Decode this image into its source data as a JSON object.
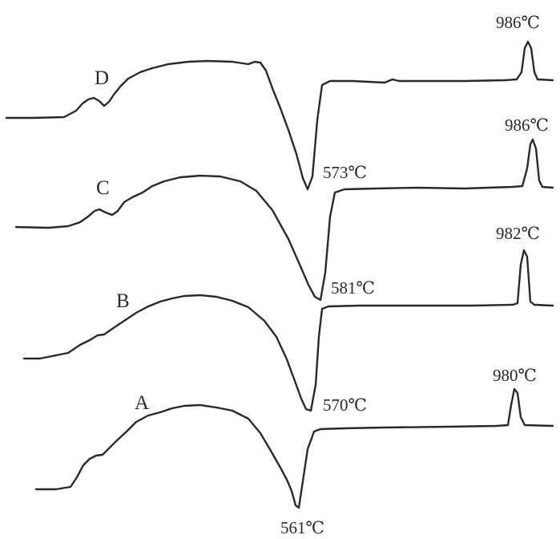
{
  "chart_data": {
    "type": "line",
    "title": "",
    "xlabel": "",
    "ylabel": "",
    "grid": false,
    "legend": "none",
    "series": [
      {
        "name": "D",
        "endotherm_peak": "573℃",
        "exotherm_peak": "986℃",
        "points": [
          [
            8,
            147
          ],
          [
            40,
            147
          ],
          [
            80,
            146
          ],
          [
            95,
            138
          ],
          [
            103,
            129
          ],
          [
            110,
            124
          ],
          [
            117,
            122
          ],
          [
            124,
            126
          ],
          [
            130,
            132
          ],
          [
            136,
            127
          ],
          [
            142,
            118
          ],
          [
            150,
            108
          ],
          [
            160,
            98
          ],
          [
            175,
            90
          ],
          [
            190,
            85
          ],
          [
            210,
            80
          ],
          [
            235,
            77
          ],
          [
            260,
            76
          ],
          [
            290,
            77
          ],
          [
            310,
            80
          ],
          [
            318,
            77
          ],
          [
            325,
            78
          ],
          [
            332,
            88
          ],
          [
            340,
            110
          ],
          [
            350,
            135
          ],
          [
            360,
            162
          ],
          [
            370,
            192
          ],
          [
            378,
            222
          ],
          [
            384,
            236
          ],
          [
            390,
            220
          ],
          [
            396,
            150
          ],
          [
            402,
            106
          ],
          [
            412,
            101
          ],
          [
            440,
            101
          ],
          [
            480,
            103
          ],
          [
            490,
            99
          ],
          [
            498,
            101
          ],
          [
            520,
            101
          ],
          [
            580,
            101
          ],
          [
            630,
            100
          ],
          [
            645,
            99
          ],
          [
            651,
            90
          ],
          [
            655,
            60
          ],
          [
            659,
            52
          ],
          [
            663,
            60
          ],
          [
            667,
            90
          ],
          [
            671,
            99
          ],
          [
            690,
            100
          ]
        ]
      },
      {
        "name": "C",
        "endotherm_peak": "581℃",
        "exotherm_peak": "986℃",
        "points": [
          [
            20,
            283
          ],
          [
            60,
            284
          ],
          [
            85,
            282
          ],
          [
            100,
            277
          ],
          [
            110,
            270
          ],
          [
            118,
            263
          ],
          [
            124,
            261
          ],
          [
            132,
            265
          ],
          [
            140,
            268
          ],
          [
            147,
            263
          ],
          [
            155,
            252
          ],
          [
            165,
            246
          ],
          [
            178,
            240
          ],
          [
            190,
            232
          ],
          [
            205,
            226
          ],
          [
            225,
            221
          ],
          [
            250,
            219
          ],
          [
            275,
            220
          ],
          [
            300,
            226
          ],
          [
            320,
            238
          ],
          [
            340,
            262
          ],
          [
            360,
            298
          ],
          [
            375,
            332
          ],
          [
            385,
            355
          ],
          [
            393,
            370
          ],
          [
            400,
            374
          ],
          [
            406,
            340
          ],
          [
            412,
            270
          ],
          [
            418,
            240
          ],
          [
            430,
            236
          ],
          [
            470,
            235
          ],
          [
            520,
            234
          ],
          [
            580,
            235
          ],
          [
            640,
            233
          ],
          [
            652,
            232
          ],
          [
            658,
            210
          ],
          [
            662,
            180
          ],
          [
            665,
            174
          ],
          [
            669,
            185
          ],
          [
            673,
            225
          ],
          [
            677,
            233
          ],
          [
            690,
            234
          ]
        ]
      },
      {
        "name": "B",
        "endotherm_peak": "570℃",
        "exotherm_peak": "982℃",
        "points": [
          [
            30,
            447
          ],
          [
            50,
            447
          ],
          [
            70,
            443
          ],
          [
            85,
            440
          ],
          [
            100,
            430
          ],
          [
            112,
            424
          ],
          [
            122,
            418
          ],
          [
            130,
            417
          ],
          [
            140,
            410
          ],
          [
            155,
            400
          ],
          [
            170,
            390
          ],
          [
            185,
            382
          ],
          [
            200,
            376
          ],
          [
            215,
            372
          ],
          [
            230,
            369
          ],
          [
            250,
            368
          ],
          [
            270,
            370
          ],
          [
            290,
            375
          ],
          [
            310,
            383
          ],
          [
            330,
            400
          ],
          [
            345,
            420
          ],
          [
            358,
            448
          ],
          [
            368,
            475
          ],
          [
            376,
            497
          ],
          [
            382,
            510
          ],
          [
            388,
            512
          ],
          [
            394,
            480
          ],
          [
            398,
            420
          ],
          [
            402,
            385
          ],
          [
            410,
            382
          ],
          [
            450,
            381
          ],
          [
            520,
            381
          ],
          [
            590,
            381
          ],
          [
            640,
            380
          ],
          [
            646,
            378
          ],
          [
            650,
            330
          ],
          [
            654,
            312
          ],
          [
            658,
            320
          ],
          [
            662,
            376
          ],
          [
            667,
            380
          ],
          [
            690,
            381
          ]
        ]
      },
      {
        "name": "A",
        "endotherm_peak": "561℃",
        "exotherm_peak": "980℃",
        "points": [
          [
            45,
            610
          ],
          [
            70,
            610
          ],
          [
            88,
            607
          ],
          [
            96,
            595
          ],
          [
            104,
            580
          ],
          [
            112,
            572
          ],
          [
            120,
            568
          ],
          [
            128,
            567
          ],
          [
            135,
            560
          ],
          [
            145,
            550
          ],
          [
            158,
            538
          ],
          [
            170,
            526
          ],
          [
            185,
            518
          ],
          [
            200,
            514
          ],
          [
            215,
            509
          ],
          [
            230,
            506
          ],
          [
            250,
            505
          ],
          [
            270,
            508
          ],
          [
            290,
            512
          ],
          [
            310,
            522
          ],
          [
            325,
            540
          ],
          [
            338,
            562
          ],
          [
            350,
            583
          ],
          [
            358,
            598
          ],
          [
            364,
            612
          ],
          [
            369,
            630
          ],
          [
            373,
            633
          ],
          [
            378,
            600
          ],
          [
            384,
            560
          ],
          [
            392,
            538
          ],
          [
            400,
            535
          ],
          [
            430,
            534
          ],
          [
            480,
            533
          ],
          [
            560,
            532
          ],
          [
            620,
            531
          ],
          [
            634,
            530
          ],
          [
            638,
            505
          ],
          [
            642,
            485
          ],
          [
            646,
            490
          ],
          [
            650,
            520
          ],
          [
            655,
            530
          ],
          [
            690,
            531
          ]
        ]
      }
    ]
  }
}
